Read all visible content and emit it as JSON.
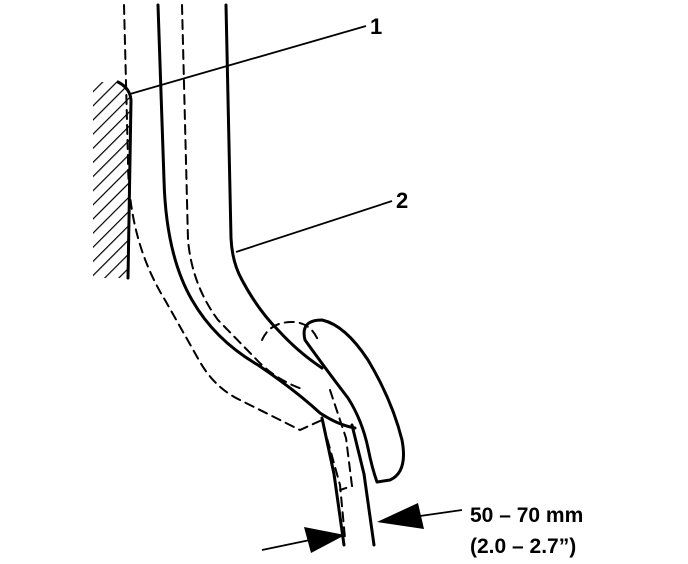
{
  "diagram": {
    "callouts": [
      {
        "id": "1",
        "label": "1"
      },
      {
        "id": "2",
        "label": "2"
      }
    ],
    "dimension": {
      "metric": "50 – 70 mm",
      "imperial": "(2.0 – 2.7”)"
    },
    "colors": {
      "ink": "#000000",
      "background": "#ffffff"
    }
  }
}
